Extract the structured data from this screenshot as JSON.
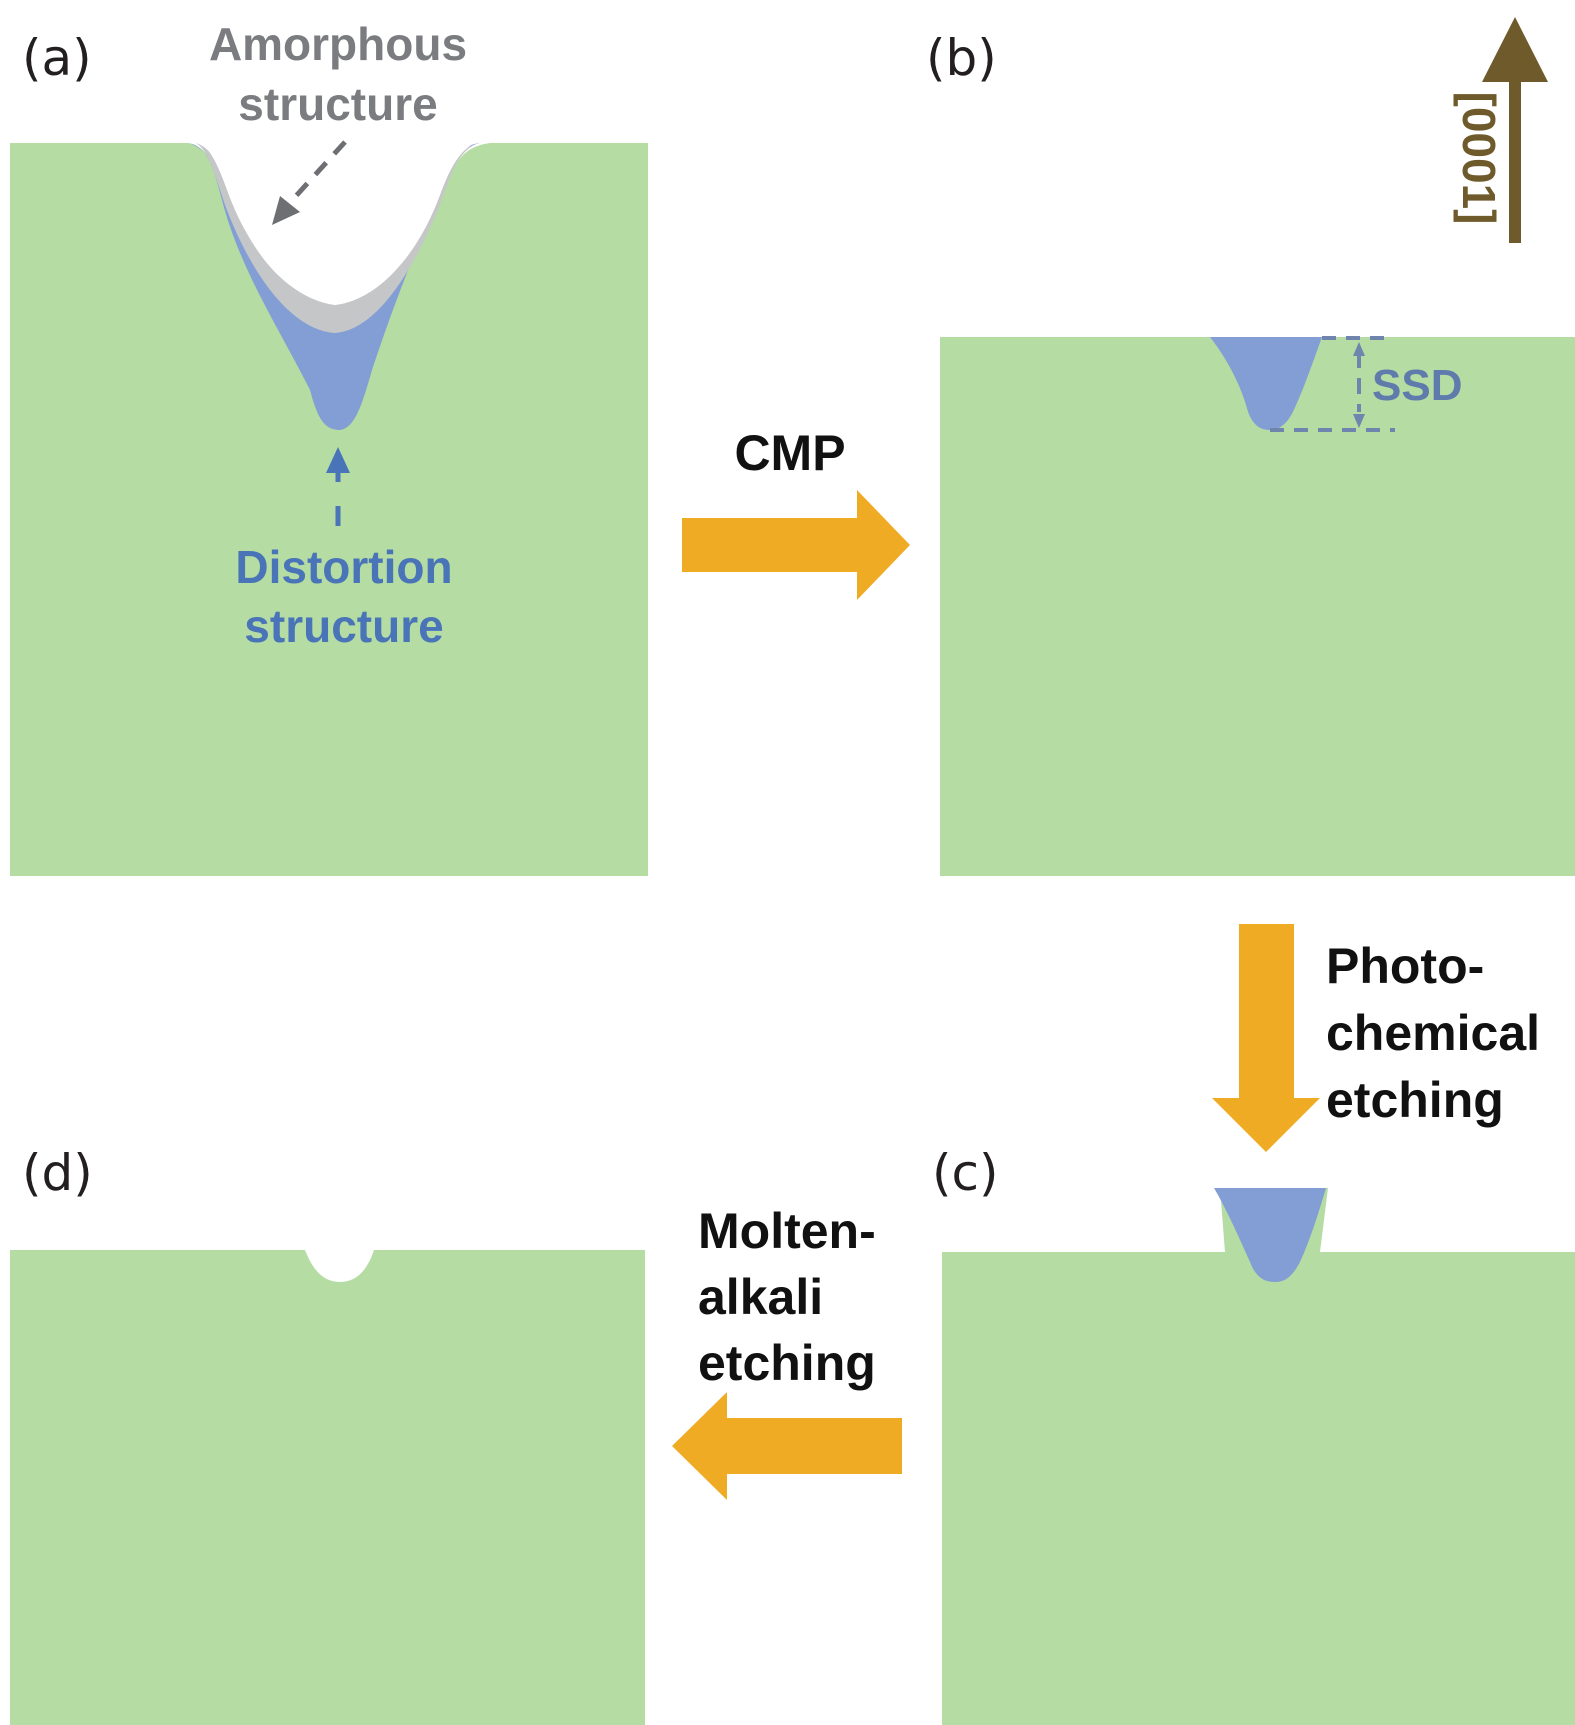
{
  "figure": {
    "panels": [
      {
        "id": "a",
        "label": "(a)"
      },
      {
        "id": "b",
        "label": "(b)"
      },
      {
        "id": "c",
        "label": "(c)"
      },
      {
        "id": "d",
        "label": "(d)"
      }
    ],
    "annotations": {
      "amorphous": [
        "Amorphous",
        "structure"
      ],
      "distortion": [
        "Distortion",
        "structure"
      ],
      "ssd": "SSD",
      "direction": "[0001]"
    },
    "steps": {
      "cmp": "CMP",
      "photochemical": [
        "Photo-",
        "chemical",
        "etching"
      ],
      "molten_alkali": [
        "Molten-",
        "alkali",
        "etching"
      ]
    },
    "colors": {
      "substrate": "#b5dca3",
      "distortion_layer": "#829ed4",
      "amorphous_layer": "#c5c6c8",
      "process_arrow": "#f0ab24",
      "direction_arrow": "#6e5a2b",
      "ssd_marker": "#6f85ad"
    }
  }
}
